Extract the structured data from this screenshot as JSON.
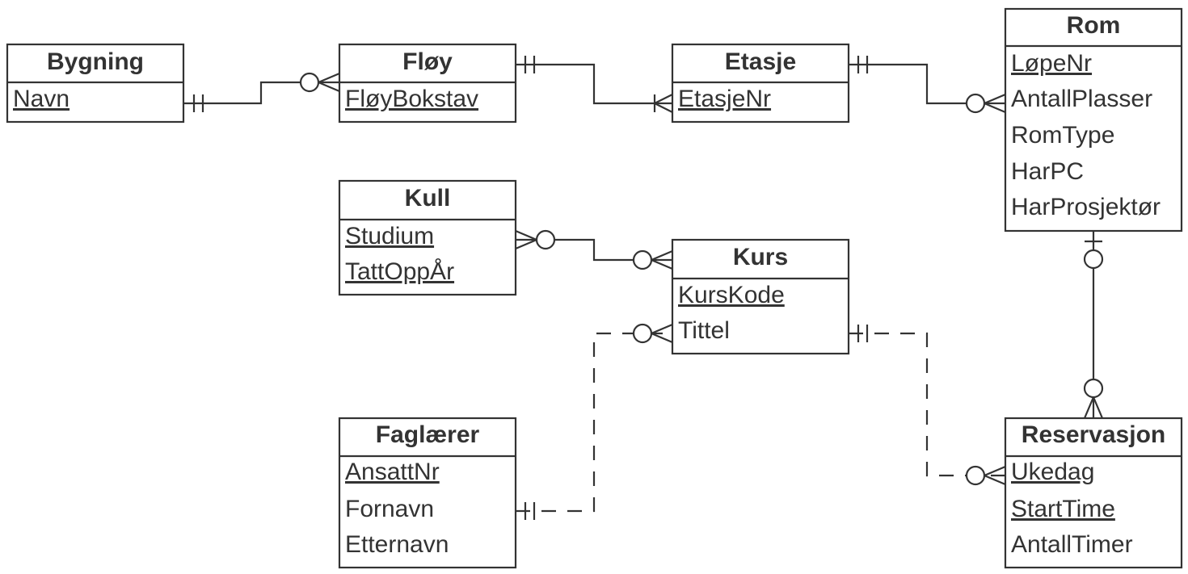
{
  "diagram": {
    "type": "er-diagram",
    "notation": "crow's foot",
    "line_color": "#333333",
    "entities": {
      "bygning": {
        "title": "Bygning",
        "attributes": [
          {
            "name": "Navn",
            "key": true
          }
        ]
      },
      "floy": {
        "title": "Fløy",
        "attributes": [
          {
            "name": "FløyBokstav",
            "key": true
          }
        ]
      },
      "etasje": {
        "title": "Etasje",
        "attributes": [
          {
            "name": "EtasjeNr",
            "key": true
          }
        ]
      },
      "rom": {
        "title": "Rom",
        "attributes": [
          {
            "name": "LøpeNr",
            "key": true
          },
          {
            "name": "AntallPlasser",
            "key": false
          },
          {
            "name": "RomType",
            "key": false
          },
          {
            "name": "HarPC",
            "key": false
          },
          {
            "name": "HarProsjektør",
            "key": false
          }
        ]
      },
      "kull": {
        "title": "Kull",
        "attributes": [
          {
            "name": "Studium",
            "key": true
          },
          {
            "name": "TattOppÅr",
            "key": true
          }
        ]
      },
      "kurs": {
        "title": "Kurs",
        "attributes": [
          {
            "name": "KursKode",
            "key": true
          },
          {
            "name": "Tittel",
            "key": false
          }
        ]
      },
      "faglaerer": {
        "title": "Faglærer",
        "attributes": [
          {
            "name": "AnsattNr",
            "key": true
          },
          {
            "name": "Fornavn",
            "key": false
          },
          {
            "name": "Etternavn",
            "key": false
          }
        ]
      },
      "reservasjon": {
        "title": "Reservasjon",
        "attributes": [
          {
            "name": "Ukedag",
            "key": true
          },
          {
            "name": "StartTime",
            "key": true
          },
          {
            "name": "AntallTimer",
            "key": false
          }
        ]
      }
    },
    "relationships": [
      {
        "from": "Bygning",
        "to": "Fløy",
        "from_cardinality": "exactly one",
        "to_cardinality": "zero or many",
        "identifying": true
      },
      {
        "from": "Fløy",
        "to": "Etasje",
        "from_cardinality": "exactly one",
        "to_cardinality": "one or many",
        "identifying": true
      },
      {
        "from": "Etasje",
        "to": "Rom",
        "from_cardinality": "exactly one",
        "to_cardinality": "zero or many",
        "identifying": true
      },
      {
        "from": "Kull",
        "to": "Kurs",
        "from_cardinality": "zero or many",
        "to_cardinality": "zero or many",
        "identifying": true
      },
      {
        "from": "Rom",
        "to": "Reservasjon",
        "from_cardinality": "zero or one",
        "to_cardinality": "zero or many",
        "identifying": true
      },
      {
        "from": "Faglærer",
        "to": "Kurs",
        "from_cardinality": "exactly one",
        "to_cardinality": "zero or many",
        "identifying": false
      },
      {
        "from": "Kurs",
        "to": "Reservasjon",
        "from_cardinality": "exactly one",
        "to_cardinality": "zero or many",
        "identifying": false
      }
    ]
  }
}
